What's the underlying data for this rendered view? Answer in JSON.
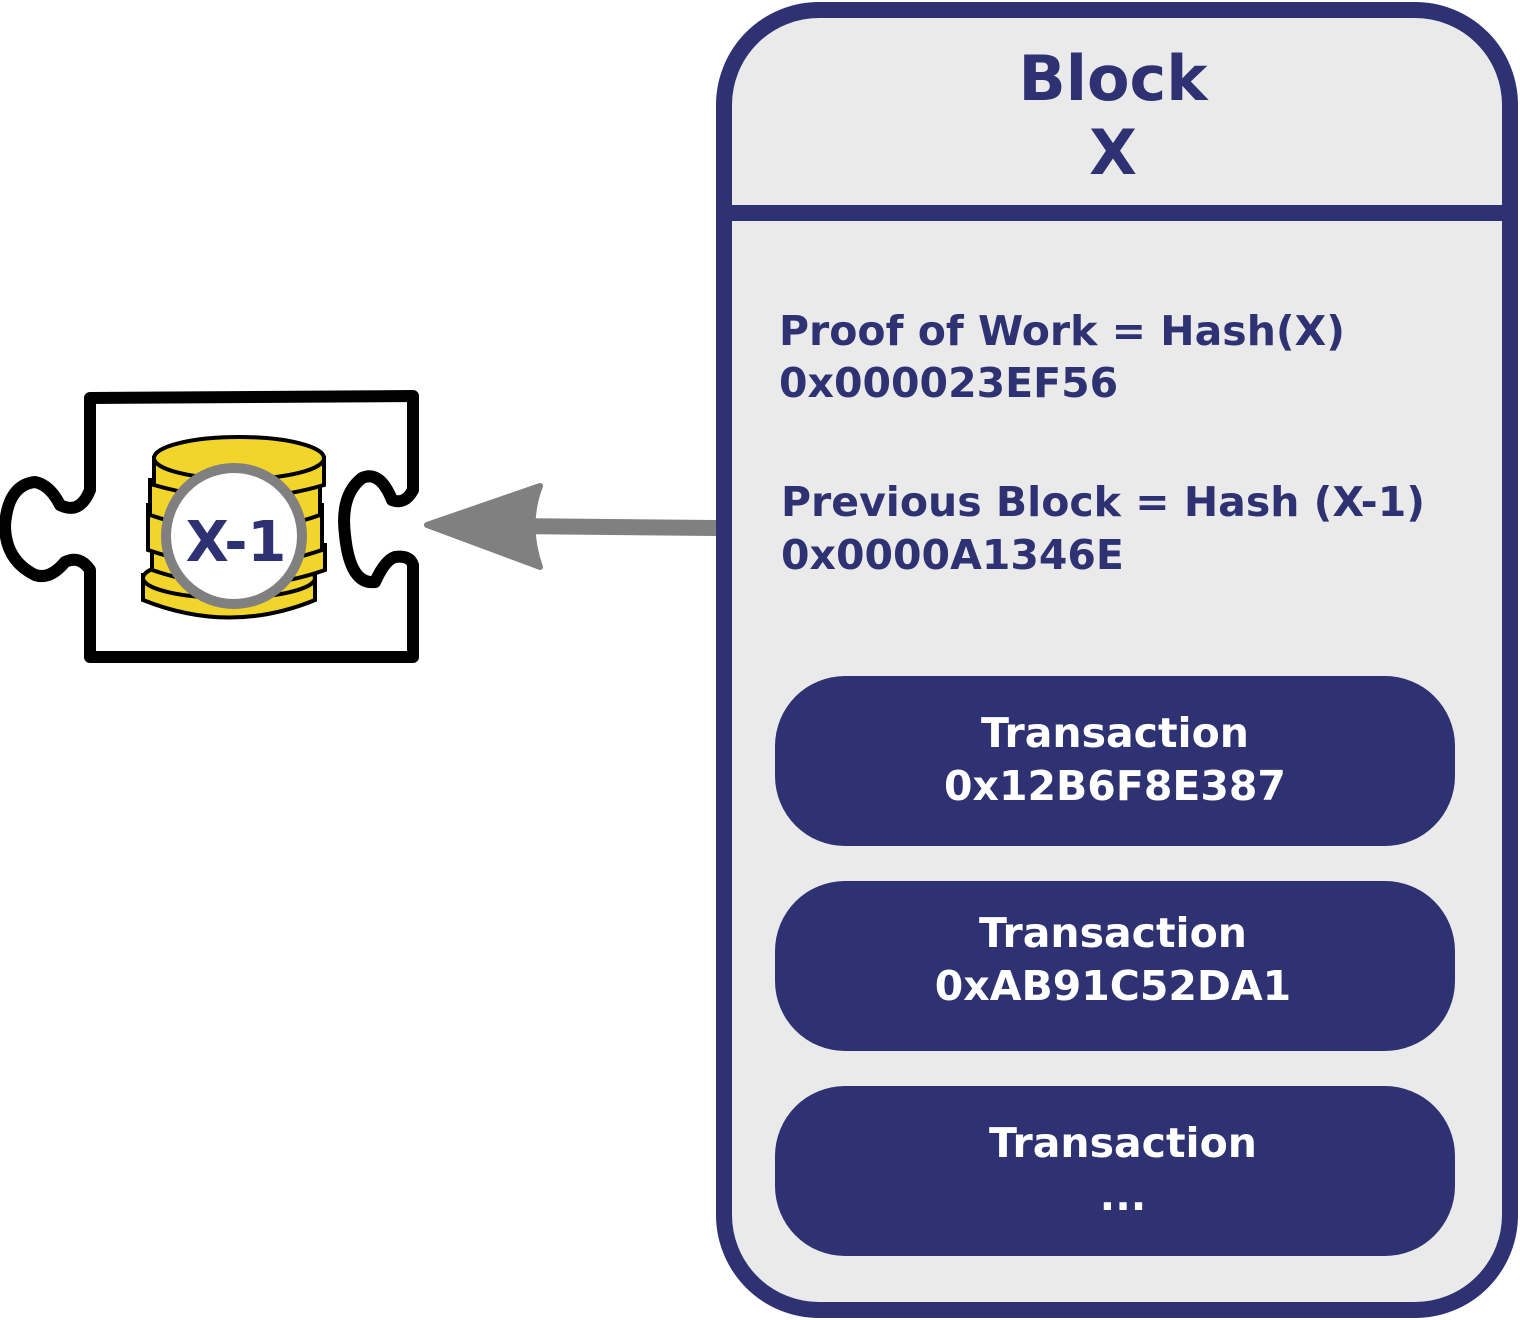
{
  "colors": {
    "navy": "#2e3272",
    "panel": "#eaeaea",
    "arrow": "#808080",
    "coin": "#f2d52a"
  },
  "previous_block": {
    "label": "X-1",
    "icon": "coin-stack-puzzle-icon"
  },
  "block": {
    "title_line1": "Block",
    "title_line2": "X",
    "proof_label": "Proof of Work = Hash(X)",
    "proof_value": "0x000023EF56",
    "previous_label": "Previous Block = Hash (X-1)",
    "previous_value": "0x0000A1346E",
    "transactions": [
      {
        "label": "Transaction",
        "value": "0x12B6F8E387"
      },
      {
        "label": "Transaction",
        "value": "0xAB91C52DA1"
      },
      {
        "label": "Transaction",
        "value": "..."
      }
    ]
  }
}
